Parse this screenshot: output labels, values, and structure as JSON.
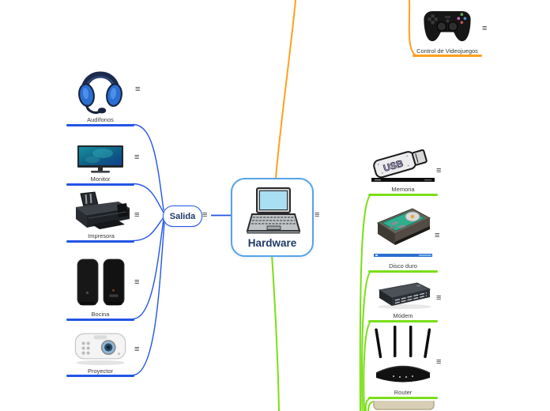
{
  "app": {
    "type": "mindmap-editor"
  },
  "icons": {
    "menu": "≡"
  },
  "colors": {
    "branch_blue": "#2355e4",
    "branch_green": "#7adf17",
    "branch_orange": "#ffa01e",
    "center_border_blue": "#57a3e8",
    "topic_text_navy": "#1e3a66",
    "caption_gray": "#3a3a3a",
    "background": "#ffffff"
  },
  "center_topic": {
    "label": "Hardware",
    "image": "laptop-clipart"
  },
  "salida_topic": {
    "label": "Salida"
  },
  "left_branch": {
    "items": [
      {
        "label": "Audífonos",
        "image": "headphones-clipart"
      },
      {
        "label": "Monitor",
        "image": "monitor-clipart"
      },
      {
        "label": "Impresora",
        "image": "printer-clipart"
      },
      {
        "label": "Bocina",
        "image": "speakers-clipart"
      },
      {
        "label": "Proyector",
        "image": "projector-clipart"
      }
    ]
  },
  "right_branch": {
    "items": [
      {
        "label": "Memoria",
        "image": "usb-drive-clipart"
      },
      {
        "label": "Disco duro",
        "image": "hard-drive-clipart"
      },
      {
        "label": "Módem",
        "image": "modem-clipart"
      },
      {
        "label": "Router",
        "image": "router-clipart"
      },
      {
        "label": "",
        "image": "partial-board-clipart"
      }
    ]
  },
  "top_right_topic": {
    "label": "Control de Videojuegos",
    "image": "game-controller-clipart"
  }
}
